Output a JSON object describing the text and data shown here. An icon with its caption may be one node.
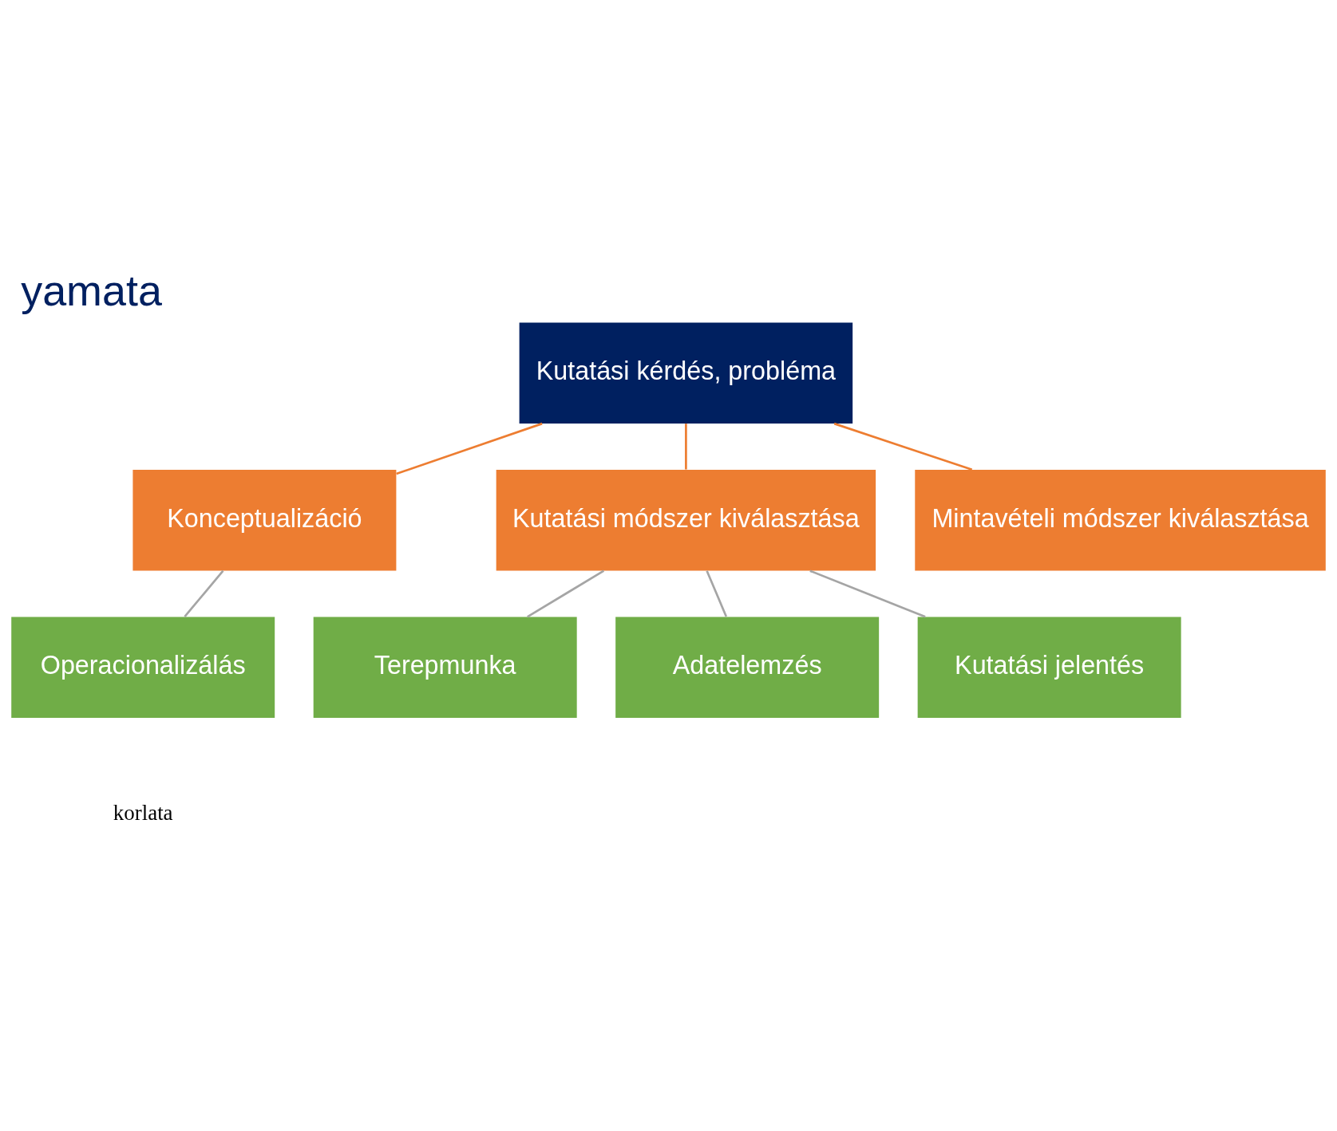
{
  "diagram": {
    "title": "yamata",
    "nodes": [
      {
        "text": [
          "Kutatási kérdés, probléma"
        ]
      },
      {
        "text": [
          "Konceptualizáció"
        ]
      },
      {
        "text": [
          "Kutatási módszer kiválasztása"
        ]
      },
      {
        "text": [
          "Mintavételi módszer kiválasztása"
        ]
      },
      {
        "text": [
          "Operacionalizálás"
        ]
      },
      {
        "text": [
          "Terepmunka"
        ]
      },
      {
        "text": [
          "Adatelemzés"
        ]
      },
      {
        "text": [
          "Kutatási jelentés"
        ]
      }
    ],
    "edges": [
      {
        "from": 0,
        "to": 1,
        "arrow": "none",
        "color": "#ed7d31"
      },
      {
        "from": 0,
        "to": 2,
        "arrow": "none",
        "color": "#ed7d31"
      },
      {
        "from": 0,
        "to": 3,
        "arrow": "none",
        "color": "#ed7d31"
      },
      {
        "from": 1,
        "to": 4,
        "arrow": "none"
      },
      {
        "from": 2,
        "to": 5,
        "arrow": "none"
      },
      {
        "from": 2,
        "to": 6,
        "arrow": "none"
      },
      {
        "from": 2,
        "to": 7,
        "arrow": "none"
      }
    ],
    "labels": [
      "korlata"
    ]
  }
}
